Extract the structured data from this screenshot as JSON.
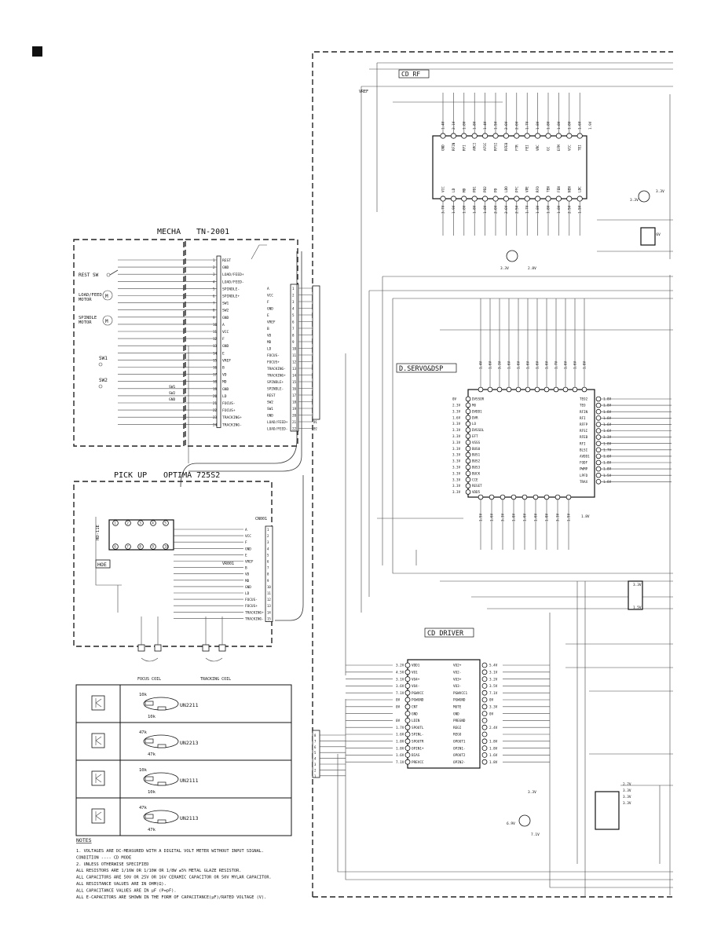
{
  "page_marker": "■",
  "mecha": {
    "title": "MECHA",
    "model": "TN-2001",
    "connector_left": [
      "REST",
      "GND",
      "LOAD/FEED+",
      "LOAD/FEED-",
      "SPINDLE-",
      "SPINDLE+",
      "SW1",
      "SW2",
      "GND",
      "A",
      "VCC",
      "F",
      "GND",
      "E",
      "VREF",
      "B",
      "VD",
      "MD",
      "GND",
      "LD",
      "FOCUS-",
      "FOCUS+",
      "TRACKING+",
      "TRACKING-"
    ],
    "connector_right": [
      "A",
      "VCC",
      "F",
      "GND",
      "E",
      "VREF",
      "B",
      "VD",
      "MD",
      "LD",
      "FOCUS-",
      "FOCUS+",
      "TRACKING-",
      "TRACKING+",
      "SPINDLE+",
      "SPINDLE-",
      "REST",
      "SW2",
      "SW1",
      "GND",
      "LOAD/FEED+",
      "LOAD/FEED-"
    ],
    "pin_numbers": [
      "1",
      "2",
      "3",
      "4",
      "5",
      "6",
      "7",
      "8",
      "9",
      "10",
      "11",
      "12",
      "13",
      "14",
      "15",
      "16",
      "17",
      "18",
      "19",
      "20",
      "21",
      "22"
    ],
    "parts": [
      "REST SW",
      "LOAD/FEED MOTOR",
      "SPINDLE MOTOR",
      "SW1",
      "SW2"
    ],
    "switch_labels": [
      "SW1",
      "SW2",
      "GND"
    ]
  },
  "pickup": {
    "title": "PICK UP",
    "model": "OPTIMA 725S2",
    "ic_label": "HD-11E",
    "sublabel": "HOE",
    "vr_label": "VR001",
    "cnd": "CN001",
    "signals": [
      "A",
      "VCC",
      "F",
      "GND",
      "E",
      "VREF",
      "B",
      "VD",
      "MD",
      "GND",
      "LD",
      "FOCUS-",
      "FOCUS+",
      "TRACKING+",
      "TRACKING-"
    ],
    "coils": [
      "FOCUS COIL",
      "TRACKING COIL"
    ]
  },
  "transistors": [
    {
      "r1": "10k",
      "r2": "10k",
      "part": "UN2211"
    },
    {
      "r1": "47k",
      "r2": "47k",
      "part": "UN2213"
    },
    {
      "r1": "10k",
      "r2": "10k",
      "part": "UN2111"
    },
    {
      "r1": "47k",
      "r2": "47k",
      "part": "UN2113"
    }
  ],
  "notes": {
    "title": "NOTES",
    "lines": [
      "1. VOLTAGES ARE DC-MEASURED WITH A DIGITAL VOLT METER WITHOUT INPUT SIGNAL.",
      "   CONDITION ---- CD MODE",
      "2. UNLESS OTHERWISE SPECIFIED",
      "   ALL RESISTORS ARE 1/16W OR 1/10W OR 1/8W  ±5% METAL GLAZE RESISTOR.",
      "   ALL CAPACITORS ARE 50V OR 25V OR 16V CERAMIC CAPACITOR OR 50V MYLAR CAPACITOR.",
      "   ALL RESISTANCE VALUES ARE IN OHM(Ω).",
      "   ALL CAPACITANCE VALUES ARE IN µF (P=pF).",
      "   ALL E-CAPACITORS ARE SHOWN IN THE FORM OF CAPACITANCE(µF)/RATED VOLTAGE (V)."
    ]
  },
  "cd_rf": {
    "title": "CD RF",
    "vref": "VREF",
    "top_pins": [
      "GND",
      "RFIN",
      "RFI",
      "ARCI",
      "AFSC",
      "RFSI",
      "RFEB",
      "FTR",
      "FEI",
      "VRC",
      "GC",
      "EFM",
      "VCC",
      "TEI"
    ],
    "top_voltages": [
      "1.4V",
      "2.1V",
      "1.8V",
      "1.8V",
      "1.4V",
      "1.5V",
      "2.0V",
      "2.0V",
      "1.7V",
      "1.8V",
      "1.8V",
      "1.8V",
      "1.8V",
      "1.6V",
      "1.9V"
    ],
    "bottom_pins": [
      "VCC",
      "LD",
      "MD",
      "PD1",
      "PD2",
      "PD",
      "LDO",
      "PFC",
      "VPE",
      "RFO",
      "TEN",
      "FEN",
      "NEN",
      "LDC"
    ],
    "bottom_voltages": [
      "3.7V",
      "1.9V",
      "1.8V",
      "1.8V",
      "1.8V",
      "2.0V",
      "2.0V",
      "2.5V",
      "1.7V",
      "1.8V",
      "1.8V",
      "1.8V",
      "2.5V",
      "1.5V"
    ],
    "transistor_voltages": [
      "3.3V",
      "3.3V",
      "3.6V",
      "3.3V",
      "2.8V"
    ]
  },
  "dsp": {
    "title": "D.SERVO&DSP",
    "left_pins": [
      "DVSSOR",
      "MO",
      "DVDD1",
      "DVR",
      "LO",
      "DVSSOL",
      "EFT",
      "VSSS",
      "BUS0",
      "BUS1",
      "BUS2",
      "BUS3",
      "BUCK",
      "CCE",
      "RESET",
      "VDD5"
    ],
    "left_voltages": [
      "0V",
      "2.3V",
      "3.3V",
      "1.6V",
      "3.3V",
      "3.3V",
      "3.3V",
      "3.3V",
      "3.3V",
      "3.3V",
      "3.3V",
      "3.3V",
      "3.3V",
      "3.3V",
      "3.3V",
      "3.3V"
    ],
    "right_pins": [
      "TEO2",
      "TEO",
      "RFIN",
      "RFI",
      "RFFP",
      "RFSI",
      "RFEB",
      "RFI",
      "BLSI",
      "AVDD1",
      "FODF",
      "PWMP",
      "LPFD",
      "TRAX"
    ],
    "right_voltages": [
      "1.8V",
      "1.8V",
      "1.8V",
      "1.8V",
      "1.6V",
      "1.6V",
      "3.3V",
      "1.8V",
      "1.7V",
      "1.6V",
      "1.8V",
      "1.8V",
      "1.5V",
      "1.8V"
    ],
    "top_voltages": [
      "1.4V",
      "1.6V",
      "3.3V",
      "1.6V",
      "1.6V",
      "1.6V",
      "1.6V",
      "1.6V",
      "1.7V",
      "1.6V",
      "1.6V",
      "1.8V"
    ],
    "bottom_voltages": [
      "1.5V",
      "1.6V",
      "3.3V",
      "1.8V",
      "1.6V",
      "1.6V",
      "1.8V",
      "3.3V",
      "1.5V"
    ]
  },
  "cd_driver": {
    "title": "CD DRIVER",
    "left_pins": [
      "VDD1",
      "VO1",
      "VO4+",
      "VO4-",
      "PGWVCC",
      "PGWGND",
      "CNT",
      "GND",
      "LDIN",
      "SPOUTL",
      "SPINL-",
      "SPOUTR",
      "OPIN1+",
      "BIAS",
      "PREVCC"
    ],
    "left_voltages": [
      "3.2V",
      "4.5V",
      "3.1V",
      "3.6V",
      "7.1V",
      "0V",
      "0V",
      "",
      "0V",
      "1.7V",
      "1.6V",
      "1.8V",
      "1.8V",
      "1.6V",
      "7.1V"
    ],
    "right_pins": [
      "VO2+",
      "VO2-",
      "VO3+",
      "VO3-",
      "PGWVCC1",
      "PGWGND",
      "MUTE",
      "GND",
      "PREGND",
      "REGI",
      "REGO",
      "OPOUT1",
      "OPIN1-",
      "OPOUT2",
      "OPIN2-"
    ],
    "right_voltages": [
      "5.4V",
      "3.1V",
      "3.2V",
      "3.5V",
      "7.1V",
      "0V",
      "3.3V",
      "0V",
      "",
      "2.4V",
      "",
      "1.8V",
      "1.8V",
      "1.6V",
      "1.8V"
    ],
    "misc_voltages": [
      "6.9V",
      "3.3V",
      "7.1V"
    ]
  },
  "edge_voltages": [
    "1.8V",
    "3.3V",
    "1.5V",
    "2.7V",
    "3.3V",
    "3.3V",
    "3.3V"
  ]
}
